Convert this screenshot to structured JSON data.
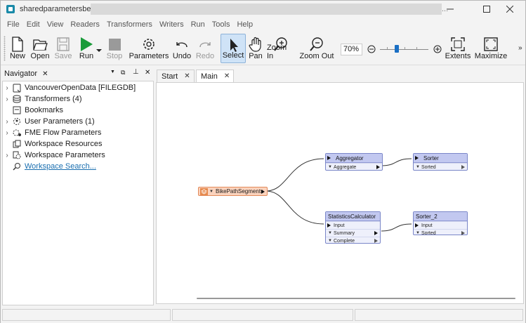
{
  "window": {
    "title": "sharedparametersbegin (",
    "title_suffix": "..."
  },
  "menu": [
    "File",
    "Edit",
    "View",
    "Readers",
    "Transformers",
    "Writers",
    "Run",
    "Tools",
    "Help"
  ],
  "toolbar": {
    "new": "New",
    "open": "Open",
    "save": "Save",
    "run": "Run",
    "stop": "Stop",
    "parameters": "Parameters",
    "undo": "Undo",
    "redo": "Redo",
    "select": "Select",
    "pan": "Pan",
    "zoom_in": "Zoom In",
    "zoom_out": "Zoom Out",
    "zoom_level": "70%",
    "extents": "Extents",
    "maximize": "Maximize",
    "overflow": "»"
  },
  "navigator": {
    "title": "Navigator",
    "items": [
      {
        "label": "VancouverOpenData [FILEGDB]",
        "expandable": true,
        "icon": "database-icon"
      },
      {
        "label": "Transformers (4)",
        "expandable": true,
        "icon": "transformers-icon"
      },
      {
        "label": "Bookmarks",
        "expandable": false,
        "icon": "bookmark-icon"
      },
      {
        "label": "User Parameters (1)",
        "expandable": true,
        "icon": "user-parameters-icon"
      },
      {
        "label": "FME Flow Parameters",
        "expandable": true,
        "icon": "flow-parameters-icon"
      },
      {
        "label": "Workspace Resources",
        "expandable": false,
        "icon": "resources-icon"
      },
      {
        "label": "Workspace Parameters",
        "expandable": true,
        "icon": "workspace-parameters-icon"
      },
      {
        "label": "Workspace Search...",
        "expandable": false,
        "icon": "search-icon",
        "link": true
      }
    ]
  },
  "tabs": [
    {
      "label": "Start"
    },
    {
      "label": "Main",
      "active": true
    }
  ],
  "canvas": {
    "reader": {
      "name": "BikePathSegments",
      "color": "#fbd3bd"
    },
    "transformers": [
      {
        "name": "Aggregator",
        "inputs": [],
        "outputs": [
          "Aggregate"
        ]
      },
      {
        "name": "Sorter",
        "inputs": [],
        "outputs": [
          "Sorted"
        ]
      },
      {
        "name": "StatisticsCalculator",
        "inputs": [
          "Input"
        ],
        "outputs": [
          "Summary",
          "Complete"
        ]
      },
      {
        "name": "Sorter_2",
        "inputs": [
          "Input"
        ],
        "outputs": [
          "Sorted"
        ]
      }
    ],
    "node_color": "#c2c8f0",
    "accent": "#1a6fc4"
  }
}
